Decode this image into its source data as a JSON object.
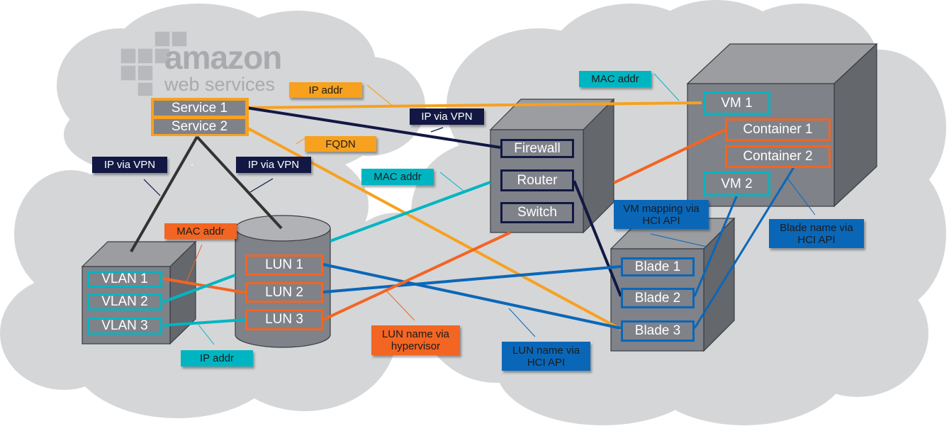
{
  "colors": {
    "cloud": "#d5d6d8",
    "box_front": "#7f8289",
    "box_top": "#9b9da1",
    "box_side": "#64676c",
    "orange": "#f7a11f",
    "red_orange": "#f26522",
    "teal": "#00b5c2",
    "navy": "#121843",
    "blue": "#0a67b8",
    "dark_line": "#333333"
  },
  "logo": {
    "line1": "amazon",
    "line2": "web services",
    "icon": "aws-cubes-icon"
  },
  "services": {
    "items": [
      "Service 1",
      "Service 2"
    ]
  },
  "network_device": {
    "items": [
      "Firewall",
      "Router",
      "Switch"
    ]
  },
  "host": {
    "vms": [
      "VM 1",
      "VM 2"
    ],
    "containers": [
      "Container 1",
      "Container 2"
    ]
  },
  "vlan_box": {
    "items": [
      "VLAN 1",
      "VLAN 2",
      "VLAN 3"
    ]
  },
  "storage": {
    "items": [
      "LUN 1",
      "LUN 2",
      "LUN 3"
    ]
  },
  "blades": {
    "items": [
      "Blade 1",
      "Blade 2",
      "Blade 3"
    ]
  },
  "labels": {
    "ip_addr_top": "IP addr",
    "fqdn": "FQDN",
    "ip_via_vpn_center": "IP via VPN",
    "ip_via_vpn_left": "IP via VPN",
    "ip_via_vpn_mid": "IP via VPN",
    "mac_addr_top": "MAC addr",
    "mac_addr_center": "MAC addr",
    "mac_addr_left": "MAC addr",
    "ip_addr_bottom": "IP addr",
    "lun_name_hypervisor": "LUN name via hypervisor",
    "lun_name_hci": "LUN name via HCI API",
    "vm_mapping_hci": "VM mapping via HCI API",
    "blade_name_hci": "Blade name via HCI API"
  }
}
